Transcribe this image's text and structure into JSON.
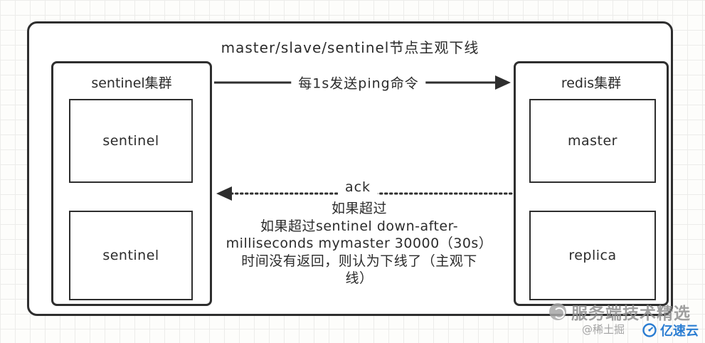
{
  "title": "master/slave/sentinel节点主观下线",
  "left_cluster": {
    "label": "sentinel集群",
    "nodes": [
      "sentinel",
      "sentinel"
    ]
  },
  "right_cluster": {
    "label": "redis集群",
    "nodes": [
      "master",
      "replica"
    ]
  },
  "arrows": {
    "ping_label": "每1s发送ping命令",
    "ack_label": "ack"
  },
  "note_lines": [
    "如果超过",
    "如果超过sentinel down-after-",
    "milliseconds mymaster 30000（30s）",
    "时间没有返回，则认为下线了（主观下",
    "线）"
  ],
  "watermarks": {
    "channel": "服务端技术精选",
    "author": "@稀土掘",
    "brand": "亿速云"
  },
  "icons": {
    "channel_icon": "gray-circle-badge",
    "brand_icon": "blue-speedometer-cloud"
  },
  "colors": {
    "line": "#2e2e2e",
    "text": "#2b2b2b",
    "watermark_gray": "#8f8f8f",
    "brand_blue": "#2a7dd2",
    "grid": "#ececea"
  }
}
